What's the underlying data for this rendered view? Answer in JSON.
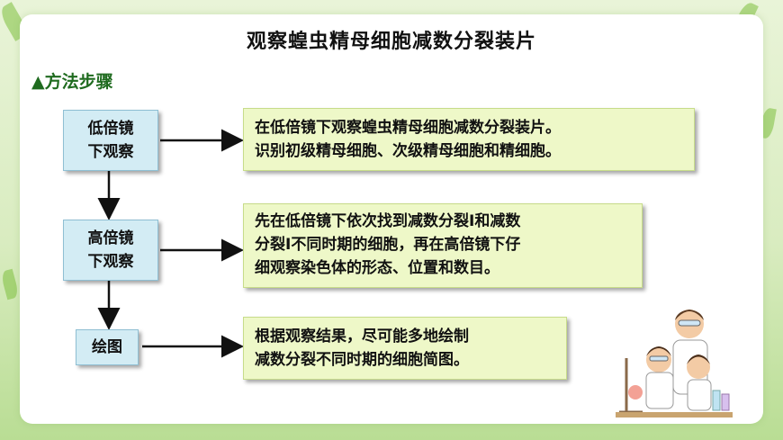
{
  "title": "观察蝗虫精母细胞减数分裂装片",
  "section": "▲方法步骤",
  "steps": [
    {
      "label": "低倍镜\n下观察",
      "desc": "在低倍镜下观察蝗虫精母细胞减数分裂装片。\n识别初级精母细胞、次级精母细胞和精细胞。"
    },
    {
      "label": "高倍镜\n下观察",
      "desc": "先在低倍镜下依次找到减数分裂I和减数\n分裂I不同时期的细胞，再在高倍镜下仔\n细观察染色体的形态、位置和数目。"
    },
    {
      "label": "绘图",
      "desc": "根据观察结果，尽可能多地绘制\n减数分裂不同时期的细胞简图。"
    }
  ]
}
